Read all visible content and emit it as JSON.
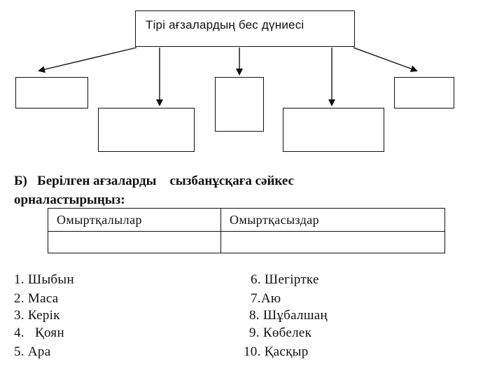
{
  "diagram": {
    "title": "Тірі ағзалардың бес дүниесі",
    "empty_boxes": [
      "",
      "",
      "",
      "",
      ""
    ]
  },
  "task": {
    "line1": "Б)   Берілген ағзаларды    сызбанұсқаға сәйкес",
    "line2": "орналастырыңыз:"
  },
  "table": {
    "headers": [
      "Омыртқалылар",
      "Омыртқасыздар"
    ],
    "row": [
      "",
      ""
    ]
  },
  "items_left": [
    "1. Шыбын",
    "2. Маса",
    "3. Керік",
    "4.   Қоян",
    "5. Ара"
  ],
  "items_right": [
    "6. Шегіртке",
    "7.Аю",
    "8. Шұбалшаң",
    "9. Көбелек",
    "10. Қасқыр"
  ]
}
